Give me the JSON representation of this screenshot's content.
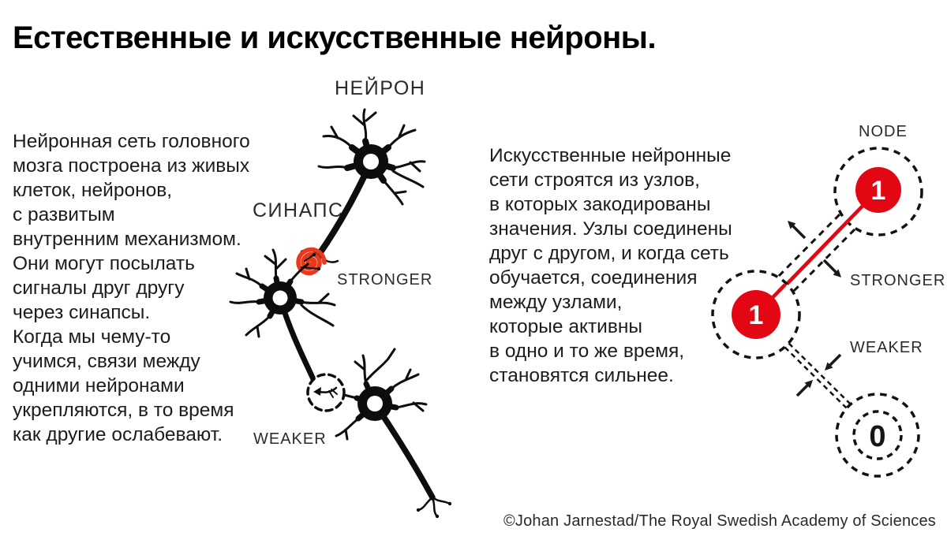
{
  "title": "Естественные и искусственные нейроны.",
  "left_section": {
    "body": "Нейронная сеть головного\nмозга построена из живых\nклеток, нейронов,\nс развитым\nвнутренним механизмом.\nОни могут посылать\nсигналы друг другу\nчерез синапсы.\nКогда мы чему-то\nучимся, связи между\nодними нейронами\nукрепляются, в то время\nкак другие ослабевают.",
    "labels": {
      "neuron": "НЕЙРОН",
      "synapse": "СИНАПС",
      "stronger": "STRONGER",
      "weaker": "WEAKER"
    }
  },
  "right_section": {
    "body": "Искусственные нейронные\nсети строятся из узлов,\nв которых закодированы\nзначения. Узлы соединены\nдруг с другом, и когда сеть\nобучается, соединения\nмежду узлами,\nкоторые активны\nв одно и то же время,\nстановятся сильнее.",
    "labels": {
      "node": "NODE",
      "stronger": "STRONGER",
      "weaker": "WEAKER"
    },
    "nodes": {
      "top_value": "1",
      "middle_value": "1",
      "bottom_value": "0"
    }
  },
  "credit": "©Johan Jarnestad/The Royal Swedish Academy of Sciences",
  "colors": {
    "node_red": "#E30613",
    "spiral_red": "#E8391C",
    "ink": "#0d0d0d"
  }
}
